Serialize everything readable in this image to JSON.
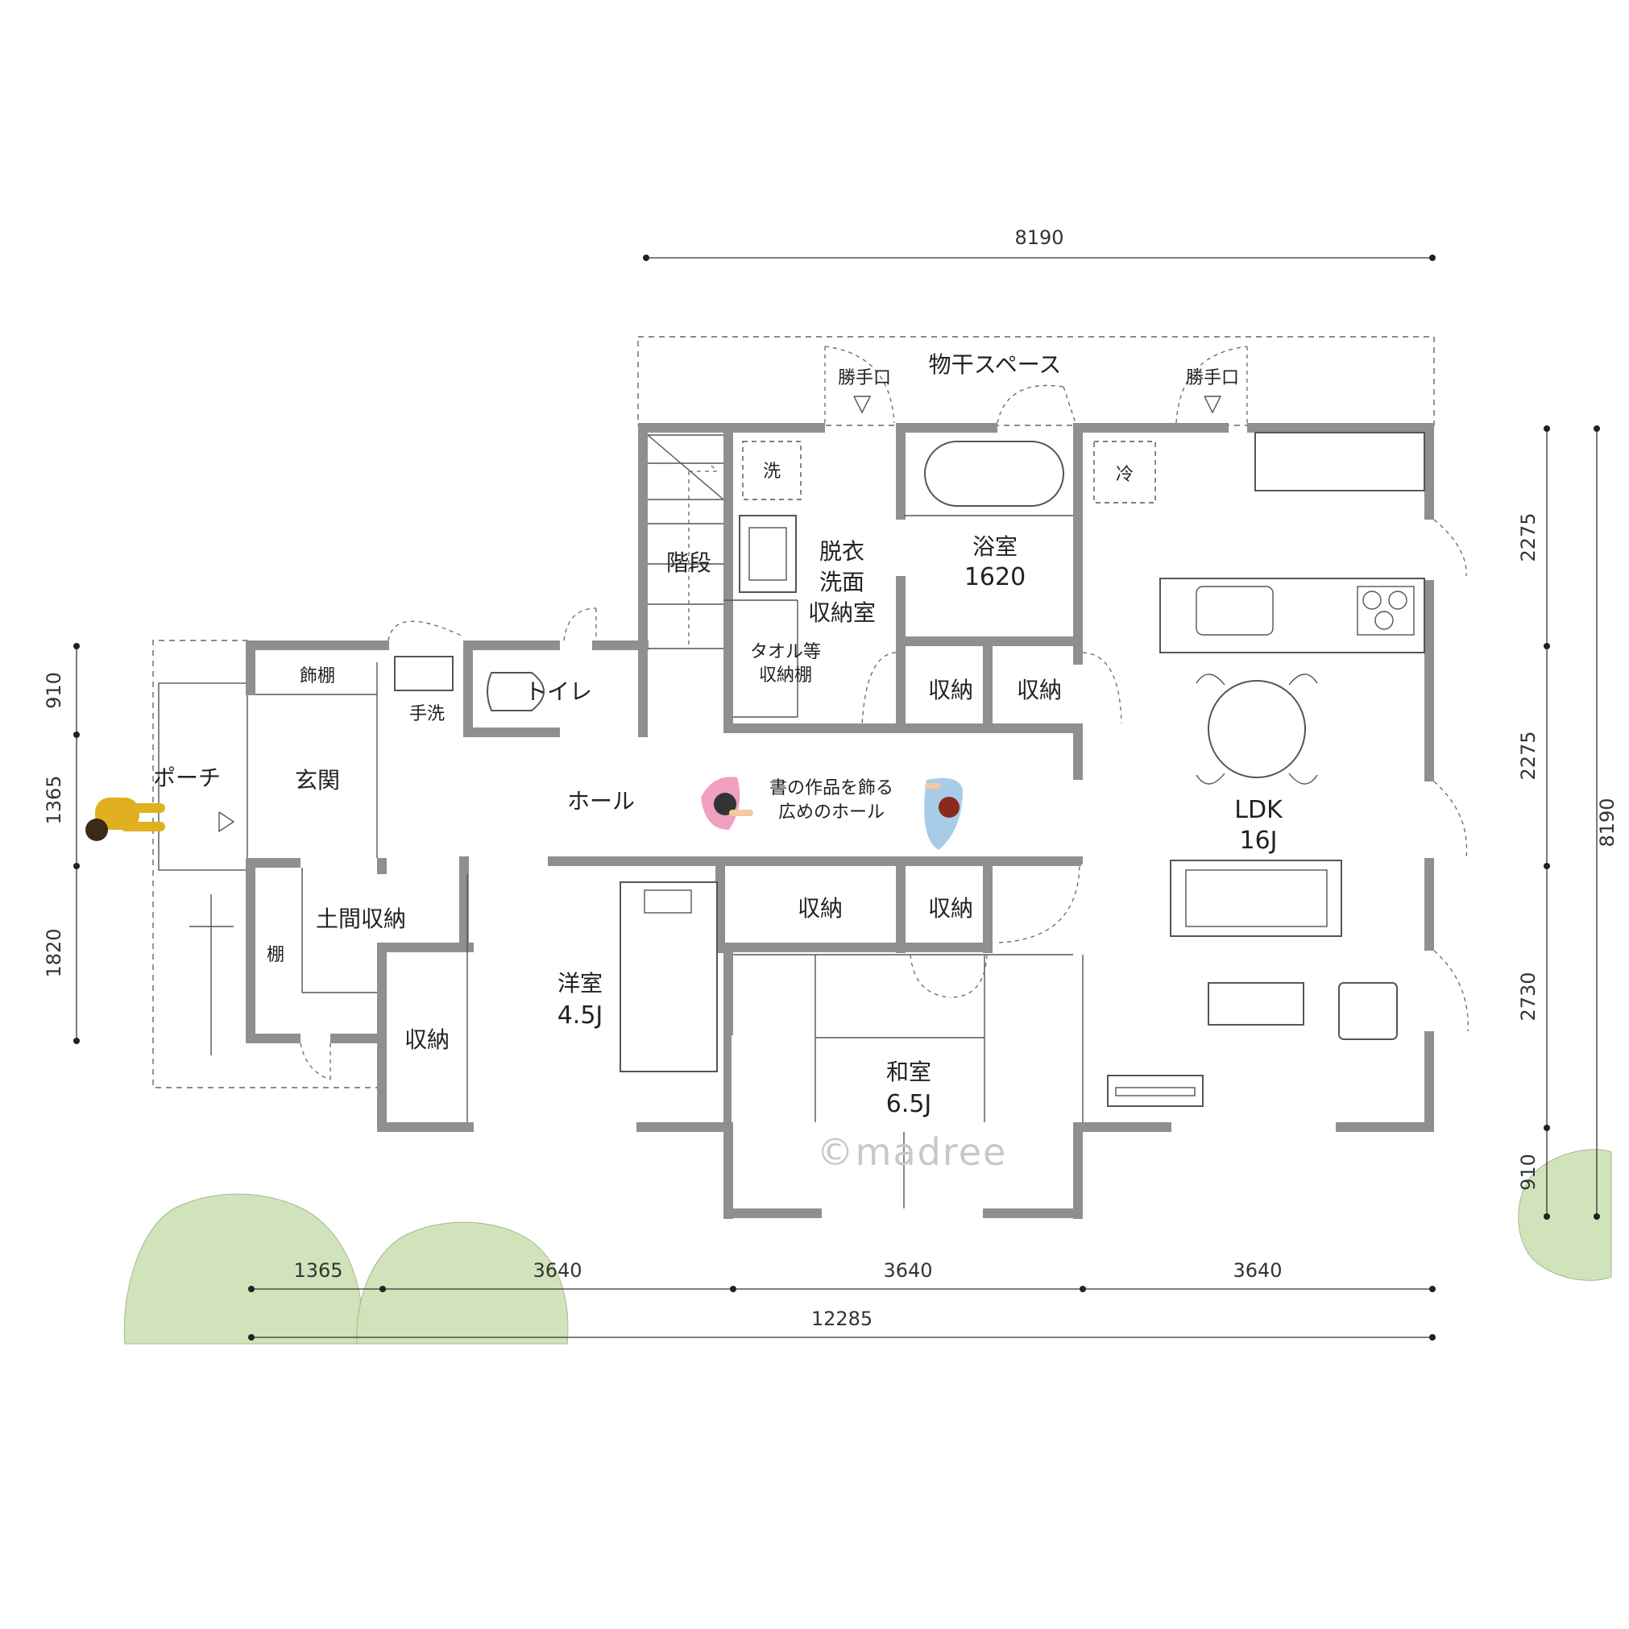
{
  "rooms": {
    "monohoshi": "物干スペース",
    "katteguchi_1": "勝手口",
    "katteguchi_2": "勝手口",
    "wash_mark": "洗",
    "fridge_mark": "冷",
    "stairs": "階段",
    "dressing_1": "脱衣",
    "dressing_2": "洗面",
    "dressing_3": "収納室",
    "bath": "浴室",
    "bath_size": "1620",
    "towel_1": "タオル等",
    "towel_2": "収納棚",
    "toilet": "トイレ",
    "handwash": "手洗",
    "deco_shelf": "飾棚",
    "genkan": "玄関",
    "porch": "ポーチ",
    "hall": "ホール",
    "hall_note_1": "書の作品を飾る",
    "hall_note_2": "広めのホール",
    "storage_a": "収納",
    "storage_b": "収納",
    "storage_c": "収納",
    "storage_d": "収納",
    "storage_e": "収納",
    "doma_storage": "土間収納",
    "tana": "棚",
    "youshitsu": "洋室",
    "youshitsu_size": "4.5J",
    "washitsu": "和室",
    "washitsu_size": "6.5J",
    "ldk": "LDK",
    "ldk_size": "16J"
  },
  "dimensions": {
    "top_total": "8190",
    "bottom_1": "1365",
    "bottom_2": "3640",
    "bottom_3": "3640",
    "bottom_4": "3640",
    "bottom_total": "12285",
    "left_1": "910",
    "left_2": "1365",
    "left_3": "1820",
    "right_1": "2275",
    "right_2": "2275",
    "right_3": "2730",
    "right_4": "910",
    "right_total": "8190"
  },
  "watermark": "©madree",
  "colors": {
    "wall": "#8f8f8f",
    "tree": "#cfe2b8",
    "person_yellow": "#e0b020",
    "person_pink": "#f0a0c0",
    "person_blue": "#a8cce8"
  }
}
